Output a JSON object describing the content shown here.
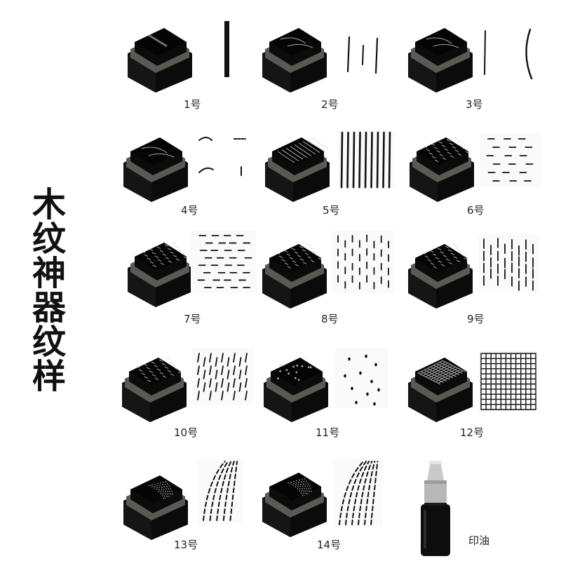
{
  "title_chars": [
    "木",
    "纹",
    "神",
    "器",
    "纹",
    "样"
  ],
  "colors": {
    "stamp_body": "#0b0b0b",
    "stamp_edge": "#5a5a55",
    "ink": "#111111",
    "paper": "#fafafa"
  },
  "items": [
    {
      "label": "1号",
      "pattern": "single-line"
    },
    {
      "label": "2号",
      "pattern": "three-lines"
    },
    {
      "label": "3号",
      "pattern": "curve-lines"
    },
    {
      "label": "4号",
      "pattern": "corner-curves"
    },
    {
      "label": "5号",
      "pattern": "vertical-stripes"
    },
    {
      "label": "6号",
      "pattern": "dash-rows"
    },
    {
      "label": "7号",
      "pattern": "dense-dash-rows"
    },
    {
      "label": "8号",
      "pattern": "vertical-dashes"
    },
    {
      "label": "9号",
      "pattern": "vertical-dashes-long"
    },
    {
      "label": "10号",
      "pattern": "slanted-dashes"
    },
    {
      "label": "11号",
      "pattern": "dots"
    },
    {
      "label": "12号",
      "pattern": "grid"
    },
    {
      "label": "13号",
      "pattern": "fan-dashes"
    },
    {
      "label": "14号",
      "pattern": "fan-dashes-wide"
    }
  ],
  "ink_bottle": {
    "label": "印油"
  }
}
